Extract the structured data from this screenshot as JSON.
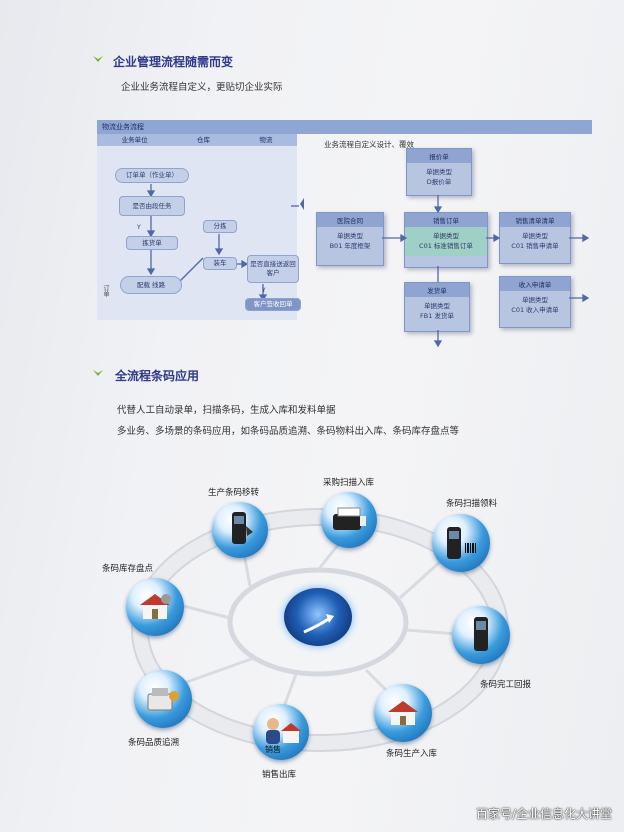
{
  "section1": {
    "title": "企业管理流程随需而变",
    "subtitle": "企业业务流程自定义，更贴切企业实际"
  },
  "flow": {
    "header_title": "物流业务流程",
    "columns": [
      "业务单位",
      "仓库",
      "物流"
    ],
    "side_label": "订单",
    "nodes": {
      "order": "订单单（作业单）",
      "check": "是否由段任务",
      "y1": "Y",
      "pick": "拣货单",
      "dist": "配载 线路",
      "split": "分拣",
      "load": "装车",
      "confirm": "是否直接送返回客户",
      "y2": "Y",
      "sign": "客户签收回单"
    },
    "right_title": "业务流程自定义设计、覆效",
    "panels": {
      "purchase_order": {
        "title": "报价单",
        "line1": "单据类型",
        "line2": "D报价单"
      },
      "contract": {
        "title": "医院合同",
        "line1": "单据类型",
        "line2": "B01 年度框架"
      },
      "sales_order": {
        "title": "销售订单",
        "line1": "单据类型",
        "line2": "C01 标准销售订单"
      },
      "sales_return": {
        "title": "销售清单清单",
        "line1": "单据类型",
        "line2": "C01 销售申请单"
      },
      "delivery": {
        "title": "发货单",
        "line1": "单据类型",
        "line2": "FB1 发货单"
      },
      "receive": {
        "title": "收入申请单",
        "line1": "单据类型",
        "line2": "C01 收入申请单"
      }
    }
  },
  "section2": {
    "title": "全流程条码应用",
    "desc1": "代替人工自动录单，扫描条码，生成入库和发料单据",
    "desc2": "多业务、多场景的条码应用，如条码品质追溯、条码物料出入库、条码库存盘点等"
  },
  "barcode": {
    "nodes": {
      "transfer": "生产条码移转",
      "purchase_in": "采购扫描入库",
      "pick_material": "条码扫描领料",
      "inventory": "条码库存盘点",
      "completion": "条码完工回报",
      "quality": "条码品质追溯",
      "sales_out": "销售出库",
      "sales_inner": "销售",
      "production_in": "条码生产入库"
    }
  },
  "watermark": "百家号/企业信息化大讲堂"
}
